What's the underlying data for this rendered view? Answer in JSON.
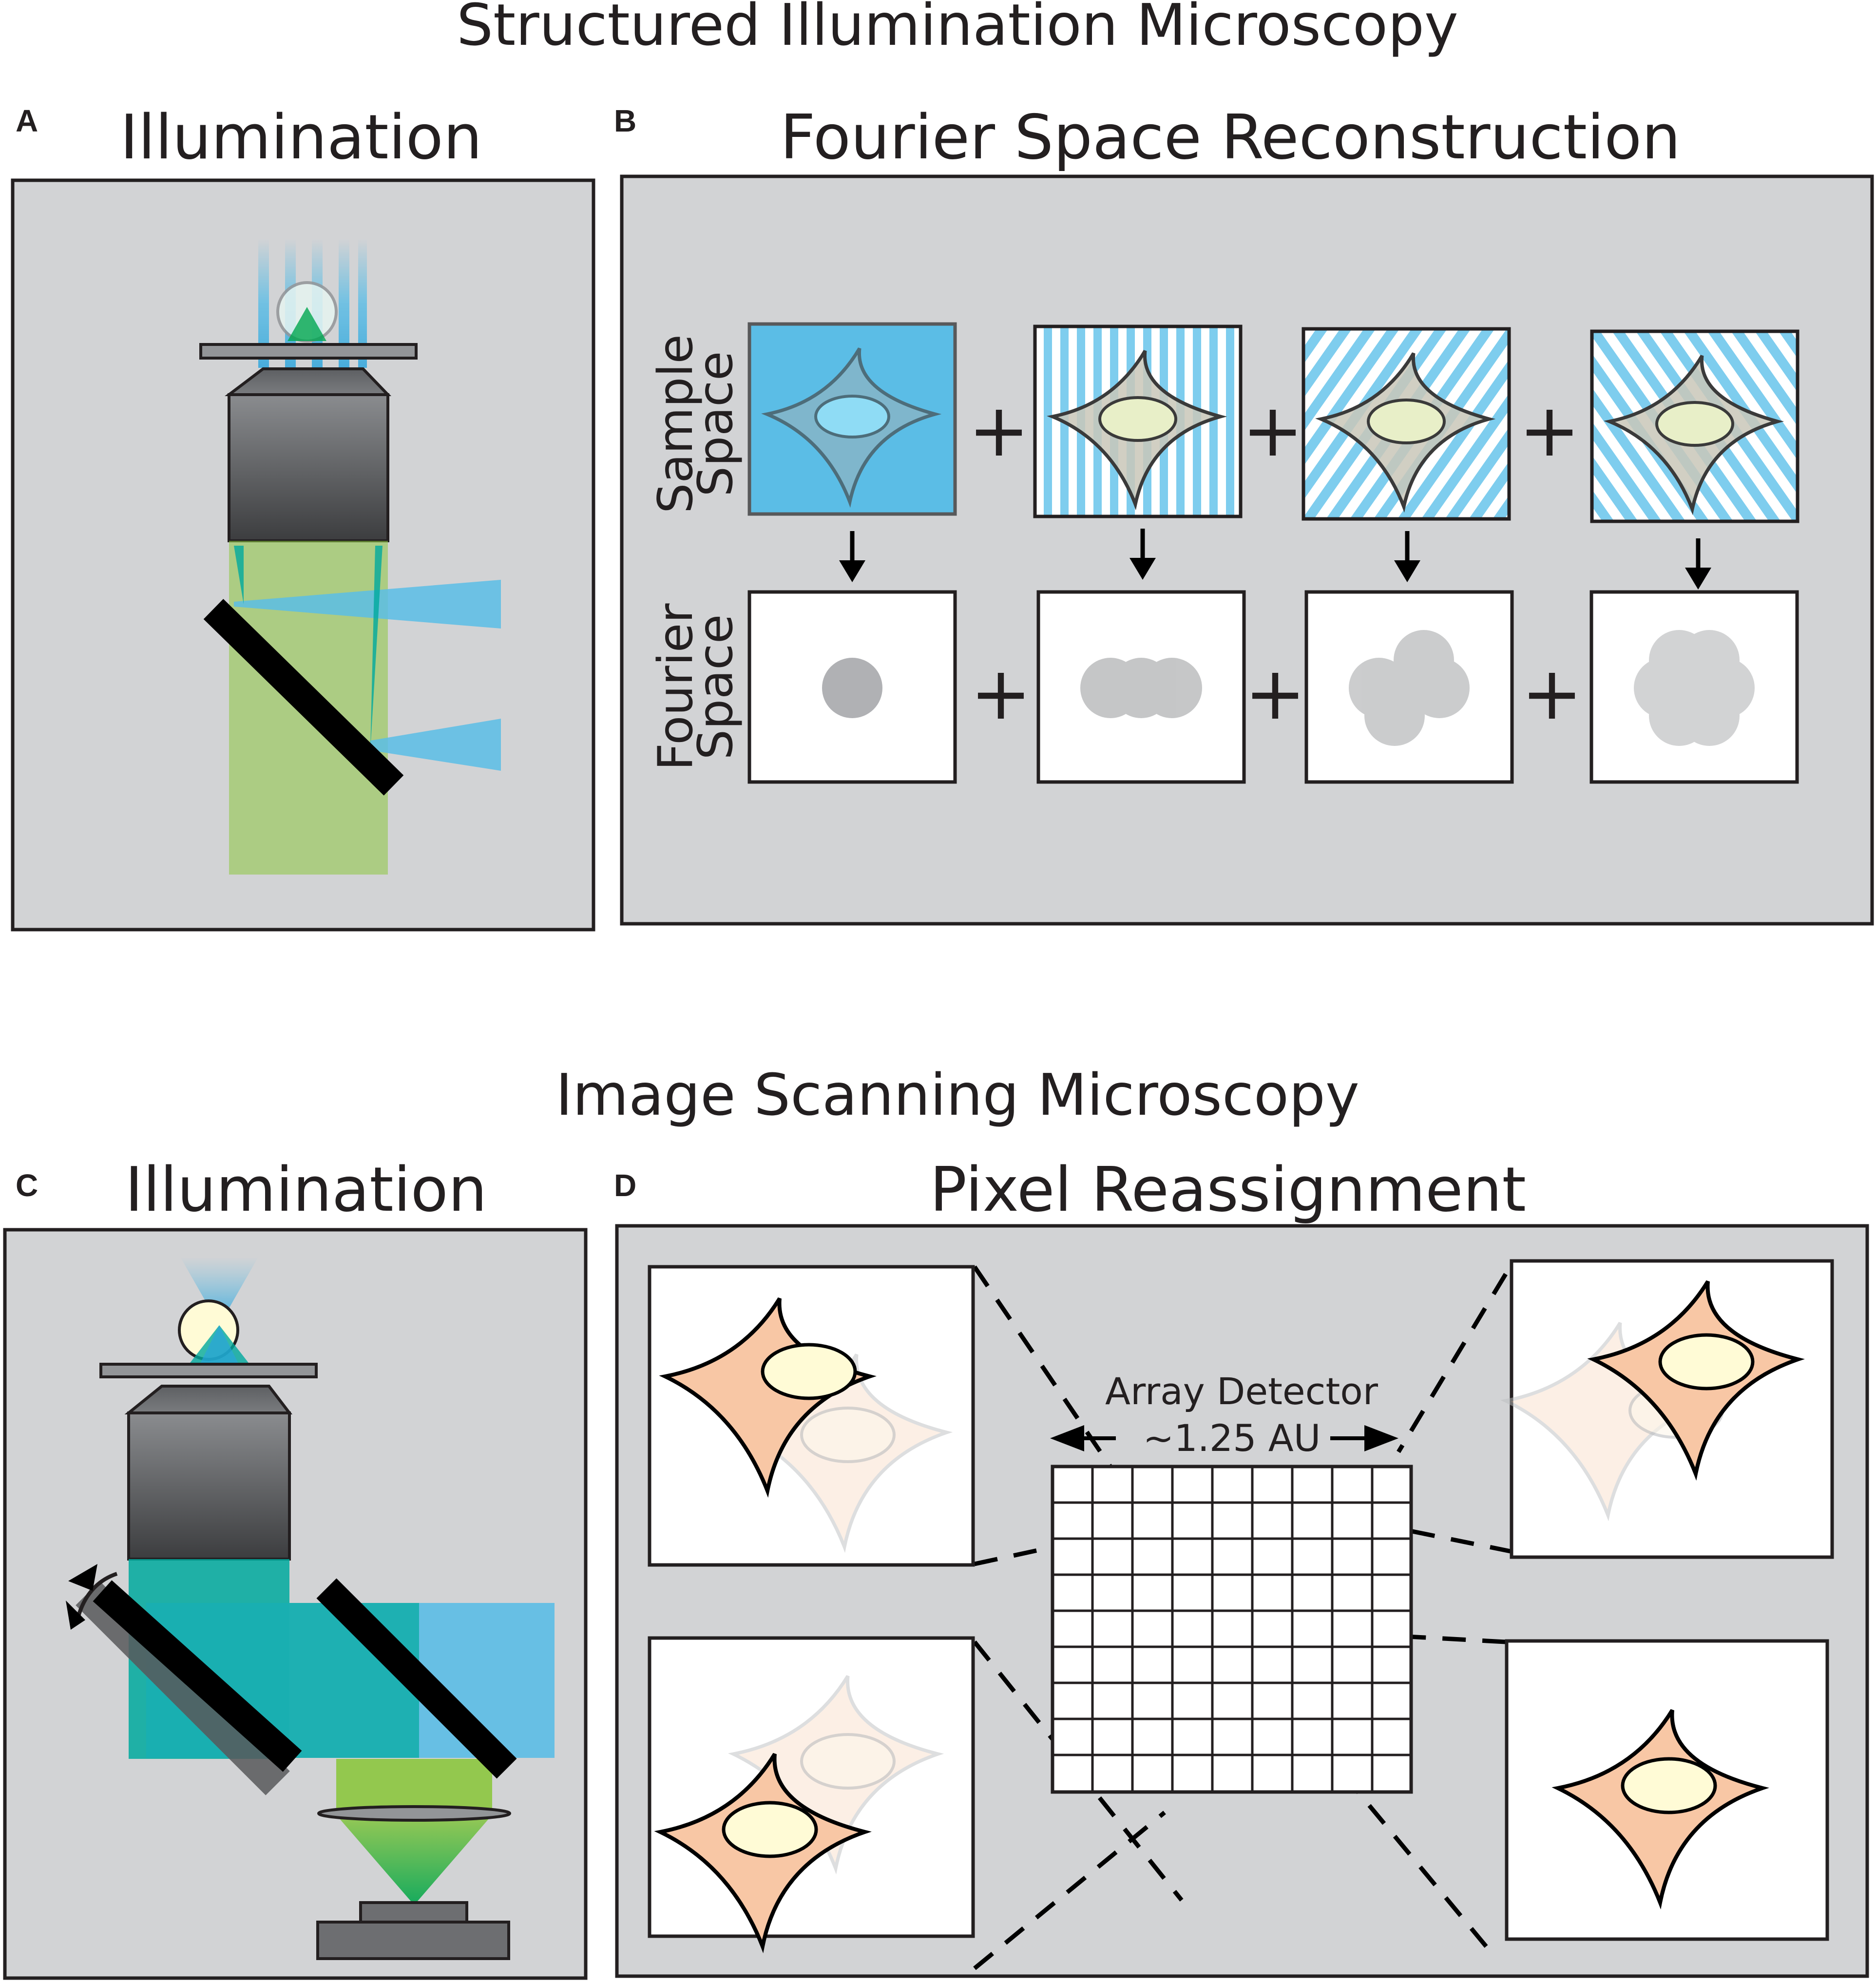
{
  "figure": {
    "sim_title": "Structured Illumination Microscopy",
    "ism_title": "Image Scanning Microscopy"
  },
  "panels": {
    "a": {
      "letter": "A",
      "title": "Illumination"
    },
    "b": {
      "letter": "B",
      "title": "Fourier Space Reconstruction",
      "row_sample": [
        "Sample",
        "Space"
      ],
      "row_fourier": [
        "Fourier",
        "Space"
      ],
      "plus": "+"
    },
    "c": {
      "letter": "C",
      "title": "Illumination"
    },
    "d": {
      "letter": "D",
      "title": "Pixel Reassignment",
      "detector_line1": "Array Detector",
      "detector_line2": "~1.25 AU"
    }
  },
  "colors": {
    "panel_bg": "#d2d3d5",
    "frame": "#231f20",
    "excitation_blue": "#5bbde6",
    "emission_green": "#8cc63f",
    "cell_orange": "#f8c7a5",
    "nucleus_yellow": "#fffbd6",
    "fourier_gray": "#a7a9ac"
  }
}
